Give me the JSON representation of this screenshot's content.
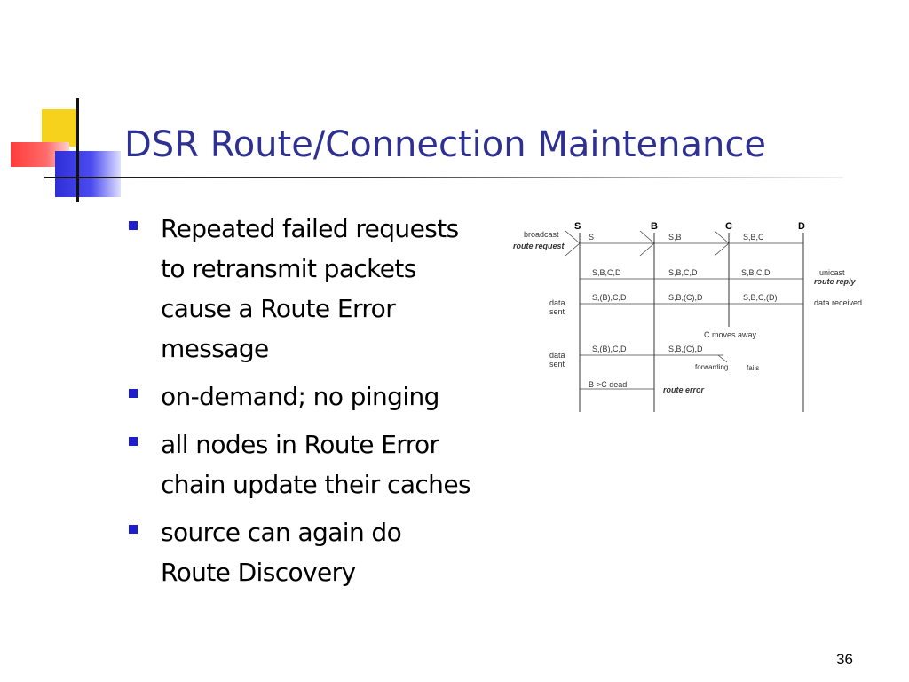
{
  "slide": {
    "title": "DSR Route/Connection Maintenance",
    "page_number": "36",
    "bullet_color": "#1f1ecc",
    "title_color": "#2e3192"
  },
  "bullets": [
    "Repeated failed requests\nto retransmit packets\ncause a Route Error\nmessage",
    "on-demand; no pinging",
    "all nodes in Route Error\nchain update their caches",
    "source can again do\nRoute Discovery"
  ],
  "diagram": {
    "nodes": [
      "S",
      "B",
      "C",
      "D"
    ],
    "left_labels": {
      "broadcast": "broadcast",
      "route_request": "route request",
      "data_sent_1": "data\nsent",
      "data_sent_2": "data\nsent"
    },
    "right_labels": {
      "unicast": "unicast",
      "route_reply": "route reply",
      "data_received": "data received"
    },
    "messages": {
      "rreq_s": "S",
      "rreq_sb": "S,B",
      "rreq_sbc": "S,B,C",
      "rrep_1": "S,B,C,D",
      "rrep_2": "S,B,C,D",
      "rrep_3": "S,B,C,D",
      "data1_1": "S,(B),C,D",
      "data1_2": "S,B,(C),D",
      "data1_3": "S,B,C,(D)",
      "c_moves": "C moves away",
      "data2_1": "S,(B),C,D",
      "data2_2": "S,B,(C),D",
      "forwarding": "forwarding",
      "fails": "fails",
      "bc_dead": "B->C dead",
      "route_error": "route error"
    }
  }
}
